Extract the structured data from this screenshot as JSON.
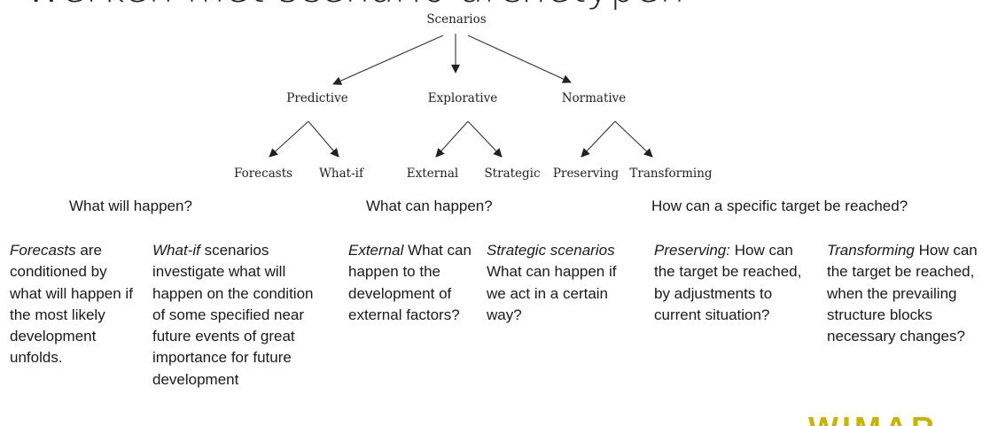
{
  "title": "Werken met scenario archetypen",
  "diagram": {
    "root": "Scenarios",
    "categories": [
      "Predictive",
      "Explorative",
      "Normative"
    ],
    "leaves": [
      "Forecasts",
      "What-if",
      "External",
      "Strategic",
      "Preserving",
      "Transforming"
    ]
  },
  "questions": {
    "predictive": "What will happen?",
    "explorative": "What can happen?",
    "normative": "How can a specific target be reached?"
  },
  "descriptions": {
    "forecasts": {
      "term": "Forecasts",
      "text": " are conditioned by what will happen if the most likely development unfolds."
    },
    "whatif": {
      "term": "What-if",
      "text": " scenarios investigate what will happen on the condition of some specified near future events of great importance for future development"
    },
    "external": {
      "term": "External",
      "text": " What can happen to the development of external factors?"
    },
    "strategic": {
      "term": "Strategic scenarios",
      "text": " What can happen if we act in a certain way?"
    },
    "preserving": {
      "term": "Preserving:",
      "text": " How can the target be reached, by adjustments to current situation?"
    },
    "transforming": {
      "term": "Transforming",
      "text": " How can the target be reached, when the prevailing structure blocks necessary changes?"
    }
  },
  "logo": {
    "text": "WIMAR",
    "color": "#c9b400"
  }
}
